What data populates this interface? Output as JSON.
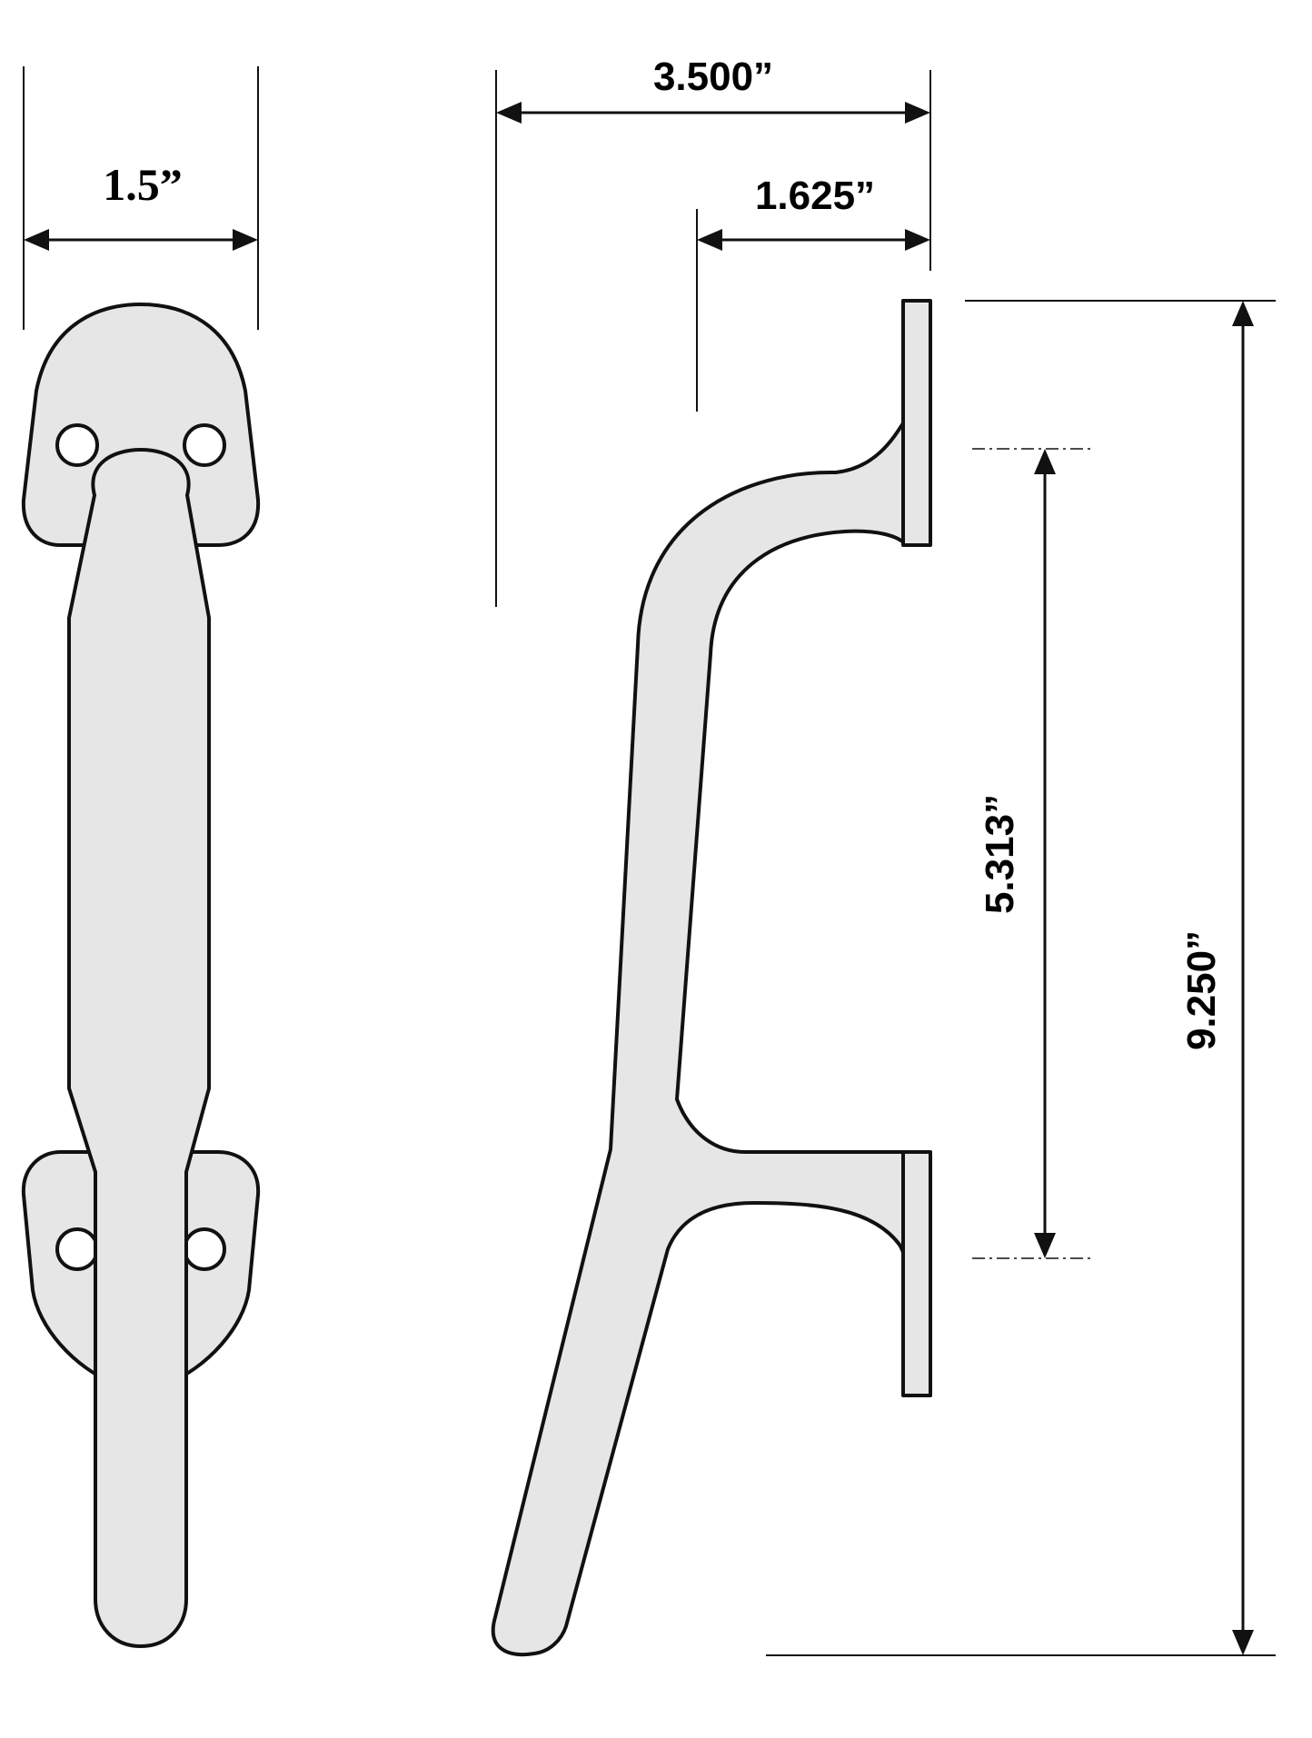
{
  "dimensions": {
    "width_front": "1.5”",
    "overall_depth": "3.500”",
    "base_depth": "1.625”",
    "mount_spacing": "5.313”",
    "overall_height": "9.250”"
  },
  "colors": {
    "part_fill": "#e6e6e6",
    "outline": "#111111",
    "background": "#ffffff"
  }
}
